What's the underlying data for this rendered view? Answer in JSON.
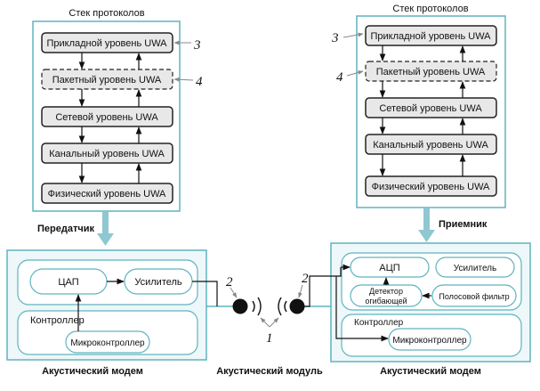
{
  "transmitter": {
    "stack_title": "Стек протоколов",
    "layers": {
      "application": "Прикладной уровень UWA",
      "packet": "Пакетный уровень UWA",
      "network": "Сетевой уровень UWA",
      "link": "Канальный уровень UWA",
      "physical": "Физический уровень UWA"
    },
    "label": "Передатчик",
    "modem": {
      "dac": "ЦАП",
      "amplifier": "Усилитель",
      "controller": "Контроллер",
      "microcontroller": "Микроконтроллер"
    },
    "modem_caption": "Акустический модем"
  },
  "receiver": {
    "stack_title": "Стек протоколов",
    "layers": {
      "application": "Прикладной уровень UWA",
      "packet": "Пакетный уровень UWA",
      "network": "Сетевой уровень UWA",
      "link": "Канальный уровень UWA",
      "physical": "Физический уровень UWA"
    },
    "label": "Приемник",
    "modem": {
      "adc": "АЦП",
      "amplifier": "Усилитель",
      "detector_line1": "Детектор",
      "detector_line2": "огибающей",
      "bandpass": "Полосовой фильтр",
      "controller": "Контроллер",
      "microcontroller": "Микроконтроллер"
    },
    "modem_caption": "Акустический модем"
  },
  "acoustic_module": {
    "caption": "Акустический модуль",
    "marker_transducer": "1",
    "marker_left": "2",
    "marker_right": "2"
  },
  "markers": {
    "tx_application": "3",
    "tx_packet": "4",
    "rx_application": "3",
    "rx_packet": "4"
  },
  "colors": {
    "frame": "#5fb4bf",
    "modem_bg": "#eaf6f8",
    "layer_fill": "#e8e8e8",
    "connector": "#8fc8d0"
  }
}
